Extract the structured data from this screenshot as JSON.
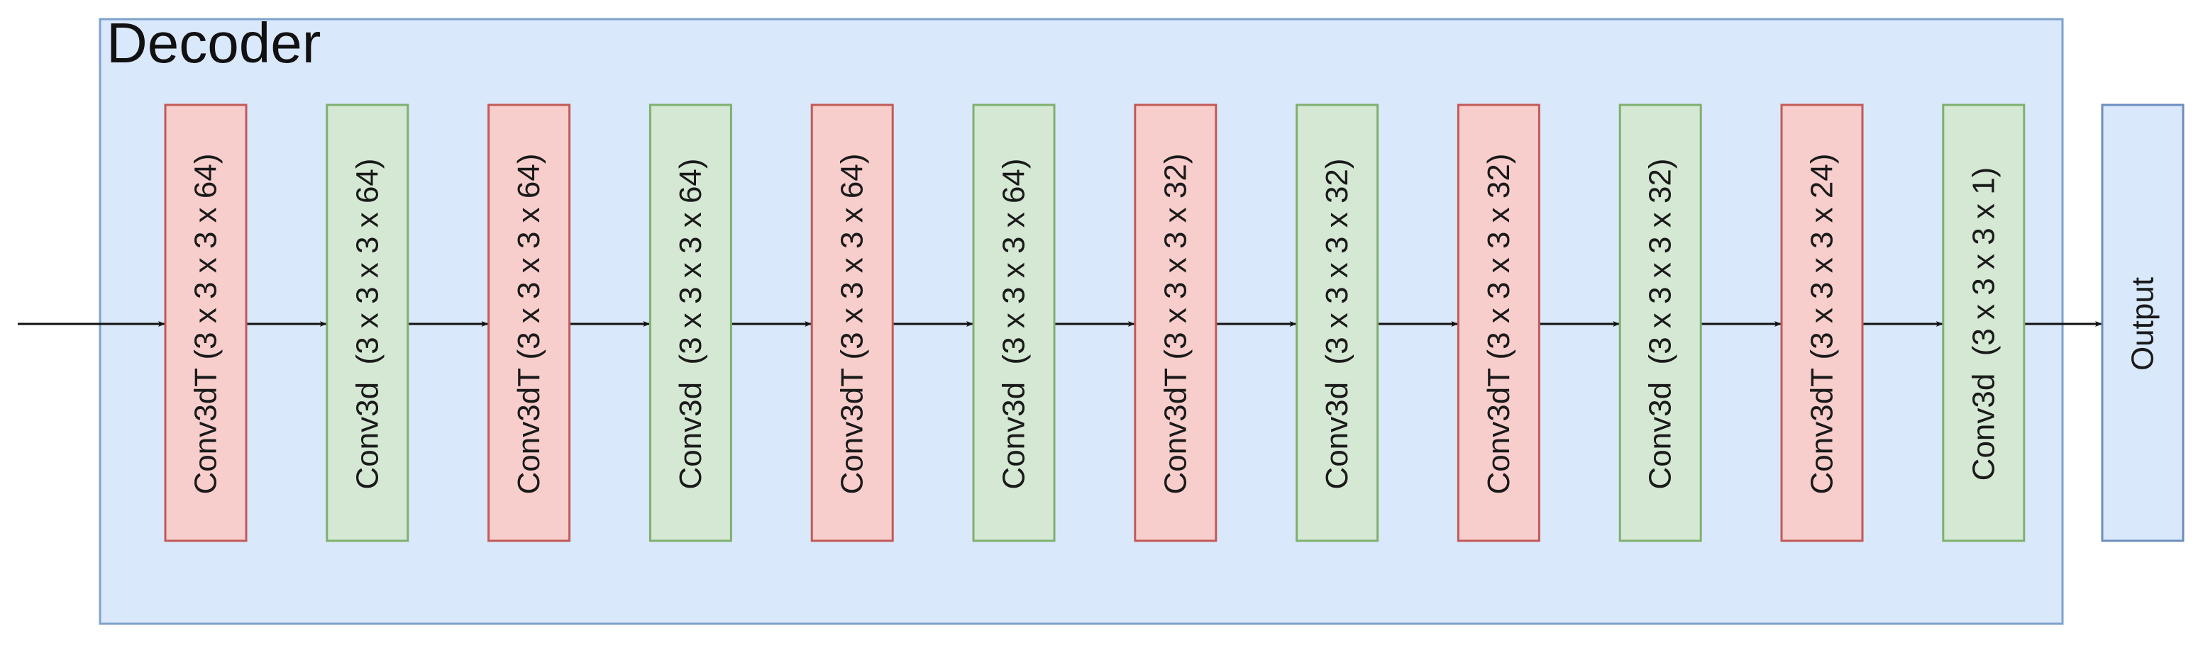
{
  "decoder": {
    "title": "Decoder",
    "layers": [
      {
        "label": "Conv3dT (3 x 3 x 3 x 64)",
        "kind": "transpose"
      },
      {
        "label": "Conv3d  (3 x 3 x 3 x 64)",
        "kind": "conv"
      },
      {
        "label": "Conv3dT (3 x 3 x 3 x 64)",
        "kind": "transpose"
      },
      {
        "label": "Conv3d  (3 x 3 x 3 x 64)",
        "kind": "conv"
      },
      {
        "label": "Conv3dT (3 x 3 x 3 x 64)",
        "kind": "transpose"
      },
      {
        "label": "Conv3d  (3 x 3 x 3 x 64)",
        "kind": "conv"
      },
      {
        "label": "Conv3dT (3 x 3 x 3 x 32)",
        "kind": "transpose"
      },
      {
        "label": "Conv3d  (3 x 3 x 3 x 32)",
        "kind": "conv"
      },
      {
        "label": "Conv3dT (3 x 3 x 3 x 32)",
        "kind": "transpose"
      },
      {
        "label": "Conv3d  (3 x 3 x 3 x 32)",
        "kind": "conv"
      },
      {
        "label": "Conv3dT (3 x 3 x 3 x 24)",
        "kind": "transpose"
      },
      {
        "label": "Conv3d  (3 x 3 x 3 x 1)",
        "kind": "conv"
      }
    ]
  },
  "output": {
    "label": "Output"
  },
  "colors": {
    "decoder_fill": "#dae8fc",
    "decoder_stroke": "#7fa2cc",
    "transpose_fill": "#f8cecc",
    "transpose_stroke": "#c25a57",
    "conv_fill": "#d5e8d4",
    "conv_stroke": "#7fb06e",
    "output_fill": "#dae8fc",
    "output_stroke": "#6c8ebf",
    "arrow": "#111111"
  }
}
